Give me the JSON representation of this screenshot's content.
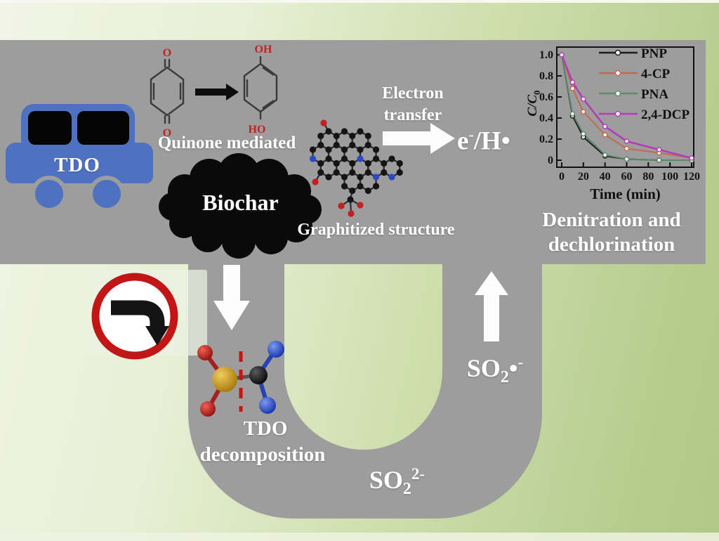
{
  "colors": {
    "panel_gray": "#9d9d9d",
    "bg_green_dark": "#b3cb8b",
    "bg_green_light": "#eff3e1",
    "car_blue": "#4e72bf",
    "sign_red": "#c21616",
    "sulfur_gold": "#c89110",
    "oxygen_red": "#c42020",
    "nitrogen_blue": "#2a48c8",
    "carbon_black": "#151515",
    "arrow_white": "#fdfdfd"
  },
  "car": {
    "label": "TDO"
  },
  "quinone_scheme": {
    "caption": "Quinone mediated",
    "o_top": "O",
    "o_bottom": "O",
    "oh_top": "OH",
    "ho_bottom": "HO"
  },
  "biochar": {
    "label": "Biochar"
  },
  "graphitized": {
    "caption": "Graphitized structure"
  },
  "electron_transfer": {
    "line1": "Electron",
    "line2": "transfer",
    "product": {
      "base": "e",
      "sup": "-",
      "rest": "/H•"
    }
  },
  "decomposition": {
    "line1": "TDO",
    "line2": "decomposition"
  },
  "so2_radical": {
    "base": "SO",
    "sub": "2",
    "dot": "•",
    "sup": "-"
  },
  "so2_anion": {
    "base": "SO",
    "sub": "2",
    "sup": "2-"
  },
  "denitration": {
    "line1": "Denitration and",
    "line2": "dechlorination"
  },
  "chart_data": {
    "type": "line",
    "title": "",
    "xlabel": "Time (min)",
    "ylabel_base": "C/C",
    "ylabel_sub": "0",
    "x": [
      0,
      10,
      20,
      40,
      60,
      90,
      120
    ],
    "xticks": [
      0,
      20,
      40,
      60,
      80,
      100,
      120
    ],
    "yticks": [
      "0",
      "0.2",
      "0.4",
      "0.6",
      "0.8",
      "1.0"
    ],
    "ytick_values": [
      0,
      0.2,
      0.4,
      0.6,
      0.8,
      1.0
    ],
    "xlim": [
      0,
      120
    ],
    "ylim": [
      0,
      1.0
    ],
    "grid": false,
    "legend_position": "top-right",
    "series": [
      {
        "name": "PNP",
        "color": "#1c1c1c",
        "marker": "circle",
        "values": [
          1.0,
          0.42,
          0.22,
          0.04,
          0.01,
          0.0,
          0.0
        ]
      },
      {
        "name": "4-CP",
        "color": "#c16a52",
        "marker": "circle",
        "values": [
          1.0,
          0.68,
          0.46,
          0.24,
          0.11,
          0.07,
          0.02
        ]
      },
      {
        "name": "PNA",
        "color": "#5d8a6c",
        "marker": "circle",
        "values": [
          1.0,
          0.44,
          0.25,
          0.05,
          0.01,
          0.0,
          0.0
        ]
      },
      {
        "name": "2,4-DCP",
        "color": "#b63cb6",
        "marker": "circle",
        "values": [
          1.0,
          0.74,
          0.58,
          0.32,
          0.18,
          0.1,
          0.02
        ]
      }
    ]
  }
}
